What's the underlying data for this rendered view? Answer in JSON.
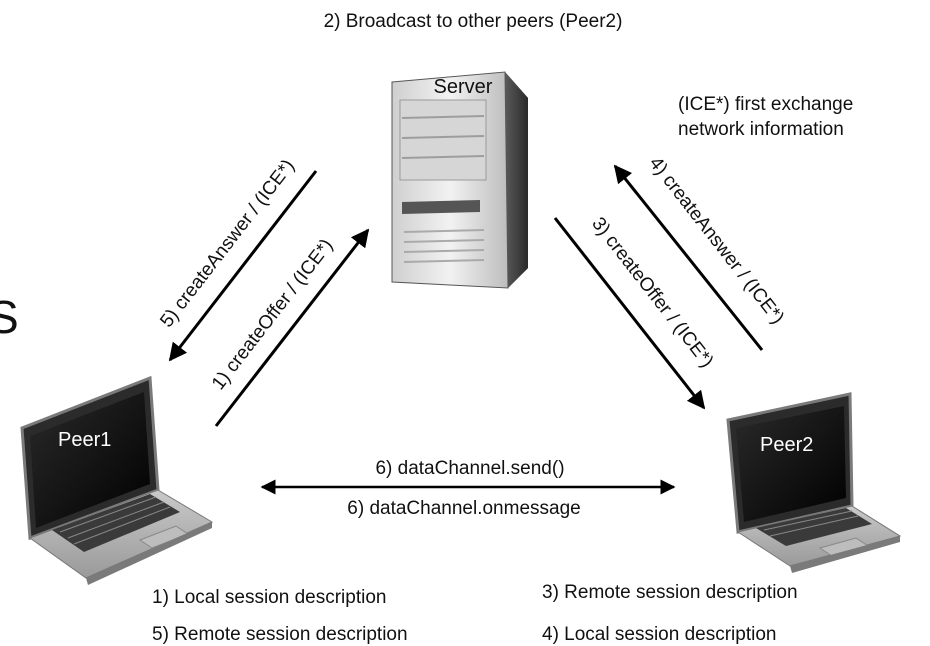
{
  "server": {
    "label": "Server",
    "broadcast": "2) Broadcast to other peers (Peer2)"
  },
  "note": {
    "line1": "(ICE*) first exchange",
    "line2": "network information"
  },
  "peer1": {
    "label": "Peer1",
    "desc1": "1) Local session description",
    "desc2": "5) Remote session description"
  },
  "peer2": {
    "label": "Peer2",
    "desc1": "3) Remote session description",
    "desc2": "4) Local session description"
  },
  "arrows": {
    "create_offer_peer1": "1) createOffer / (ICE*)",
    "create_answer_peer1": "5) createAnswer / (ICE*)",
    "create_offer_peer2": "3) createOffer / (ICE*)",
    "create_answer_peer2": "4) createAnswer / (ICE*)",
    "send": "6) dataChannel.send()",
    "onmessage": "6) dataChannel.onmessage"
  },
  "edge_glyph": "S"
}
